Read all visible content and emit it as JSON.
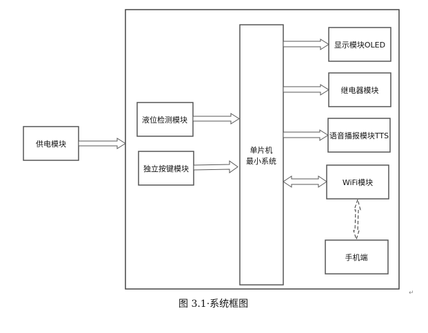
{
  "diagram": {
    "blocks": {
      "power": "供电模块",
      "level_sensor": "液位检测模块",
      "keys": "独立按键模块",
      "mcu_line1": "单片机",
      "mcu_line2": "最小系统",
      "display": "显示模块OLED",
      "relay": "继电器模块",
      "voice": "语音播报模块TTS",
      "wifi": "WiFi模块",
      "phone": "手机端"
    },
    "connections": [
      {
        "from": "power",
        "to": "system",
        "type": "one-way"
      },
      {
        "from": "level_sensor",
        "to": "mcu",
        "type": "one-way"
      },
      {
        "from": "keys",
        "to": "mcu",
        "type": "one-way"
      },
      {
        "from": "mcu",
        "to": "display",
        "type": "one-way"
      },
      {
        "from": "mcu",
        "to": "relay",
        "type": "one-way"
      },
      {
        "from": "mcu",
        "to": "voice",
        "type": "one-way"
      },
      {
        "from": "mcu",
        "to": "wifi",
        "type": "two-way"
      },
      {
        "from": "wifi",
        "to": "phone",
        "type": "two-way-wireless-dashed"
      }
    ],
    "caption": "图 3.1·系统框图",
    "paragraph_mark": "↵"
  }
}
